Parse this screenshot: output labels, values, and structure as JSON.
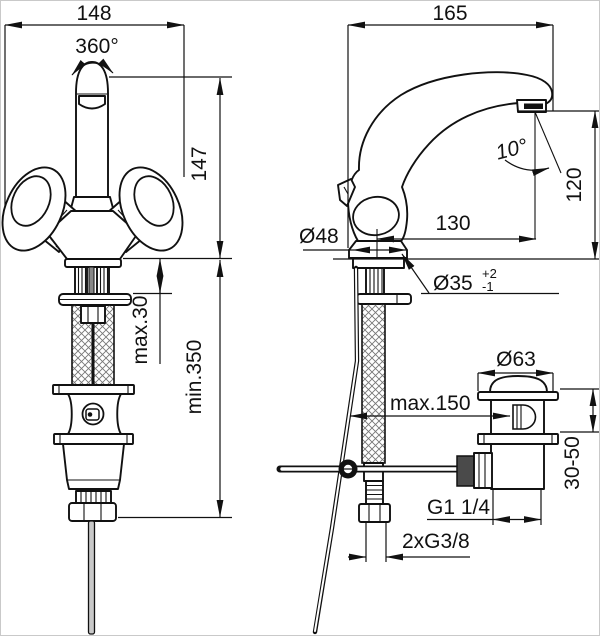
{
  "front_view": {
    "width_label": "148",
    "swivel_angle_label": "360°",
    "height_label": "147",
    "max_deck_thickness_label": "max.30",
    "min_hose_length_label": "min.350"
  },
  "side_view": {
    "depth_label": "165",
    "outlet_angle_label": "10°",
    "outlet_height_label": "120",
    "spout_reach_label": "130",
    "body_diameter_label": "Ø48",
    "hole_diameter_label": "Ø35",
    "hole_tolerance_plus": "+2",
    "hole_tolerance_minus": "-1"
  },
  "pop_up_waste": {
    "flange_diameter_label": "Ø63",
    "max_rod_offset_label": "max.150",
    "clamping_range_label": "30-50",
    "waste_thread_label": "G1 1/4",
    "supply_thread_label": "2xG3/8"
  }
}
